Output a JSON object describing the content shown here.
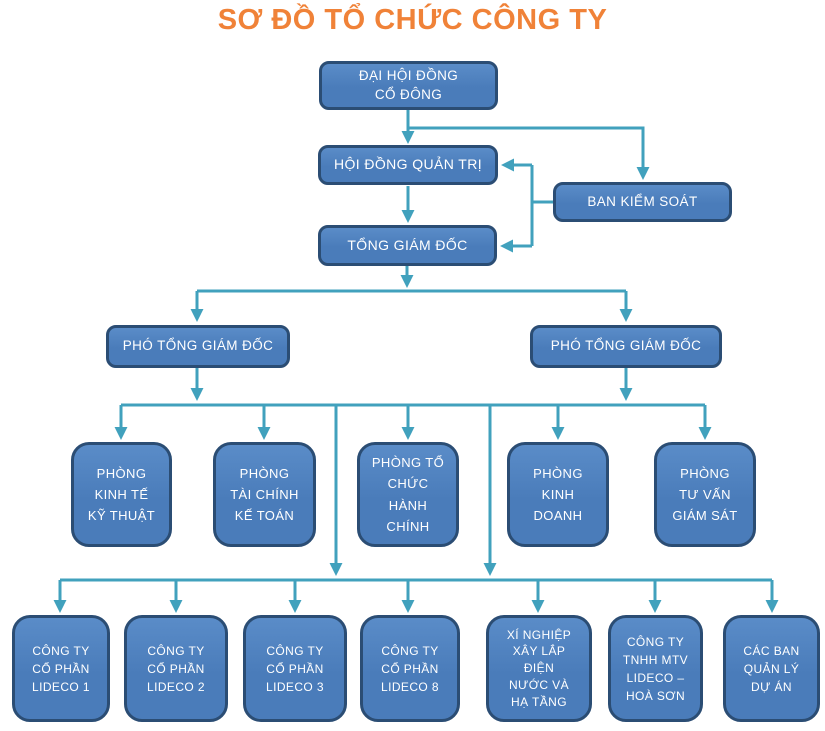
{
  "title": "SƠ ĐỒ TỔ CHỨC CÔNG TY",
  "colors": {
    "title": "#F08238",
    "node_fill": "#4A7CBA",
    "node_fill_light": "#5A8CC8",
    "node_border": "#2B4D74",
    "node_text": "#FFFFFF",
    "connector": "#41A1BD",
    "background": "#FFFFFF"
  },
  "nodes": {
    "shareholders": "ĐẠI HỘI ĐỒNG\nCỔ ĐÔNG",
    "board": "HỘI ĐỒNG QUẢN TRỊ",
    "supervisory": "BAN KIỂM SOÁT",
    "ceo": "TỔNG GIÁM ĐỐC",
    "deputy_left": "PHÓ TỔNG GIÁM ĐỐC",
    "deputy_right": "PHÓ TỔNG GIÁM ĐỐC",
    "departments": [
      "PHÒNG\nKINH TẾ\nKỸ THUẬT",
      "PHÒNG\nTÀI CHÍNH\nKẾ TOÁN",
      "PHÒNG TỔ\nCHỨC\nHÀNH\nCHÍNH",
      "PHÒNG\nKINH\nDOANH",
      "PHÒNG\nTƯ VẤN\nGIÁM SÁT"
    ],
    "subsidiaries": [
      "CÔNG TY\nCỔ PHẦN\nLIDECO 1",
      "CÔNG TY\nCỔ PHẦN\nLIDECO 2",
      "CÔNG TY\nCỔ PHẦN\nLIDECO 3",
      "CÔNG TY\nCỔ PHẦN\nLIDECO 8",
      "XÍ NGHIỆP\nXÂY LẮP\nĐIỆN\nNƯỚC VÀ\nHẠ TẦNG",
      "CÔNG TY\nTNHH MTV\nLIDECO –\nHOÀ SƠN",
      "CÁC BAN\nQUẢN LÝ\nDỰ ÁN"
    ]
  }
}
